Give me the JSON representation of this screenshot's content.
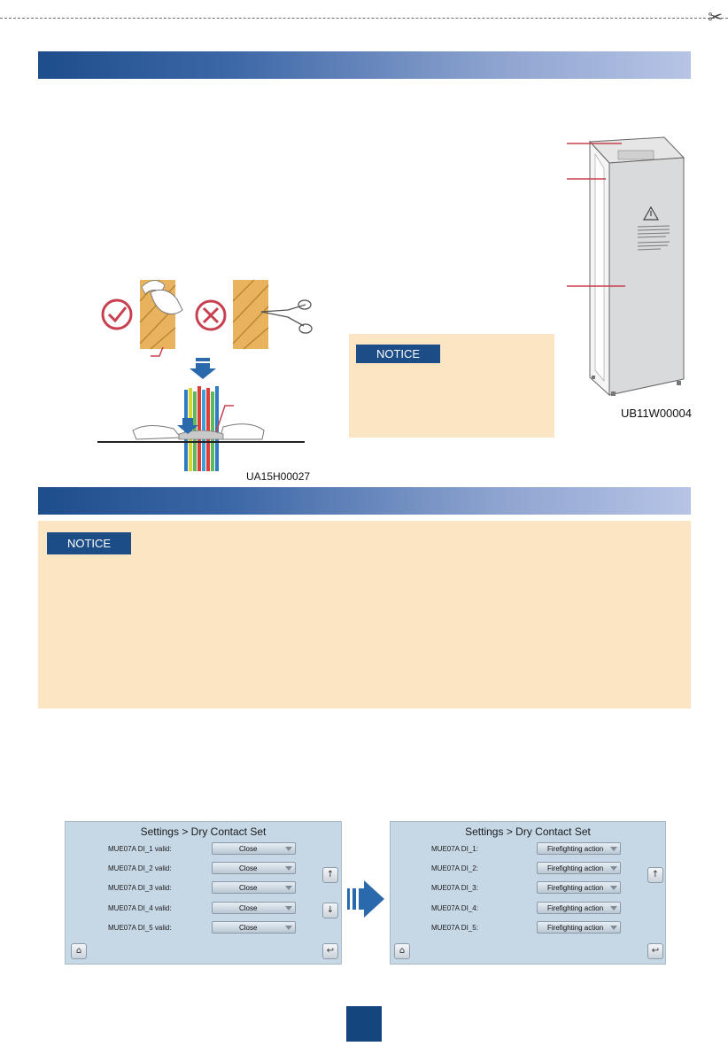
{
  "cut_icon": "scissors-icon",
  "figure1": {
    "code": "UA15H00027",
    "notice_label": "NOTICE"
  },
  "figure2": {
    "code": "UB11W00004"
  },
  "section2": {
    "notice_label": "NOTICE"
  },
  "screen_left": {
    "title": "Settings > Dry Contact Set",
    "rows": [
      {
        "label": "MUE07A DI_1 valid:",
        "value": "Close"
      },
      {
        "label": "MUE07A DI_2 valid:",
        "value": "Close"
      },
      {
        "label": "MUE07A DI_3 valid:",
        "value": "Close"
      },
      {
        "label": "MUE07A DI_4 valid:",
        "value": "Close"
      },
      {
        "label": "MUE07A DI_5 valid:",
        "value": "Close"
      }
    ],
    "icons": [
      "up-arrow-icon",
      "down-arrow-icon",
      "home-icon",
      "back-icon"
    ]
  },
  "screen_right": {
    "title": "Settings > Dry Contact Set",
    "rows": [
      {
        "label": "MUE07A DI_1:",
        "value": "Firefighting action"
      },
      {
        "label": "MUE07A DI_2:",
        "value": "Firefighting action"
      },
      {
        "label": "MUE07A DI_3:",
        "value": "Firefighting action"
      },
      {
        "label": "MUE07A DI_4:",
        "value": "Firefighting action"
      },
      {
        "label": "MUE07A DI_5:",
        "value": "Firefighting action"
      }
    ],
    "icons": [
      "up-arrow-icon",
      "home-icon",
      "back-icon"
    ]
  },
  "colors": {
    "header_bar_start": "#1e4d8c",
    "header_bar_end": "#b7c4e6",
    "notice_bg": "#fbe5c2",
    "notice_tag": "#1c4d87",
    "lcd_bg": "#c6d7e6"
  }
}
